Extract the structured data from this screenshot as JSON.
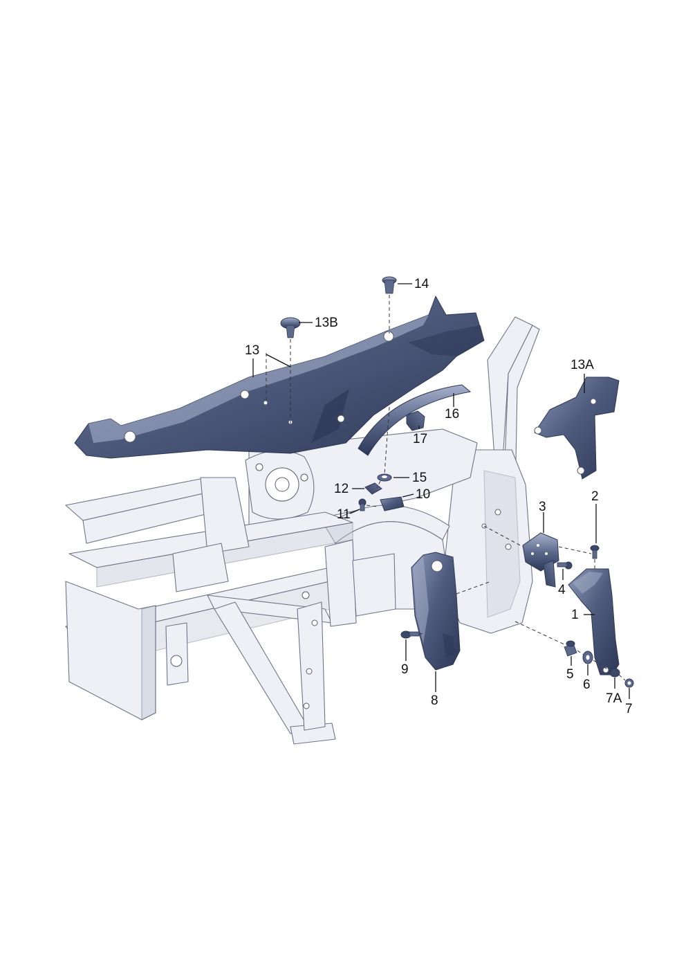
{
  "diagram": {
    "callouts": [
      {
        "id": "1",
        "label": "1"
      },
      {
        "id": "2",
        "label": "2"
      },
      {
        "id": "3",
        "label": "3"
      },
      {
        "id": "4",
        "label": "4"
      },
      {
        "id": "5",
        "label": "5"
      },
      {
        "id": "6",
        "label": "6"
      },
      {
        "id": "7",
        "label": "7"
      },
      {
        "id": "7A",
        "label": "7A"
      },
      {
        "id": "8",
        "label": "8"
      },
      {
        "id": "9",
        "label": "9"
      },
      {
        "id": "10",
        "label": "10"
      },
      {
        "id": "11",
        "label": "11"
      },
      {
        "id": "12",
        "label": "12"
      },
      {
        "id": "13",
        "label": "13"
      },
      {
        "id": "13A",
        "label": "13A"
      },
      {
        "id": "13B",
        "label": "13B"
      },
      {
        "id": "14",
        "label": "14"
      },
      {
        "id": "15",
        "label": "15"
      },
      {
        "id": "16",
        "label": "16"
      },
      {
        "id": "17",
        "label": "17"
      }
    ],
    "colors": {
      "part_fill": "#4f5c7e",
      "part_shade": "#2e3857",
      "part_highlight": "#a7b1cc",
      "frame_fill": "#eef0f6",
      "frame_stroke": "#6e7486",
      "label": "#111111"
    }
  }
}
